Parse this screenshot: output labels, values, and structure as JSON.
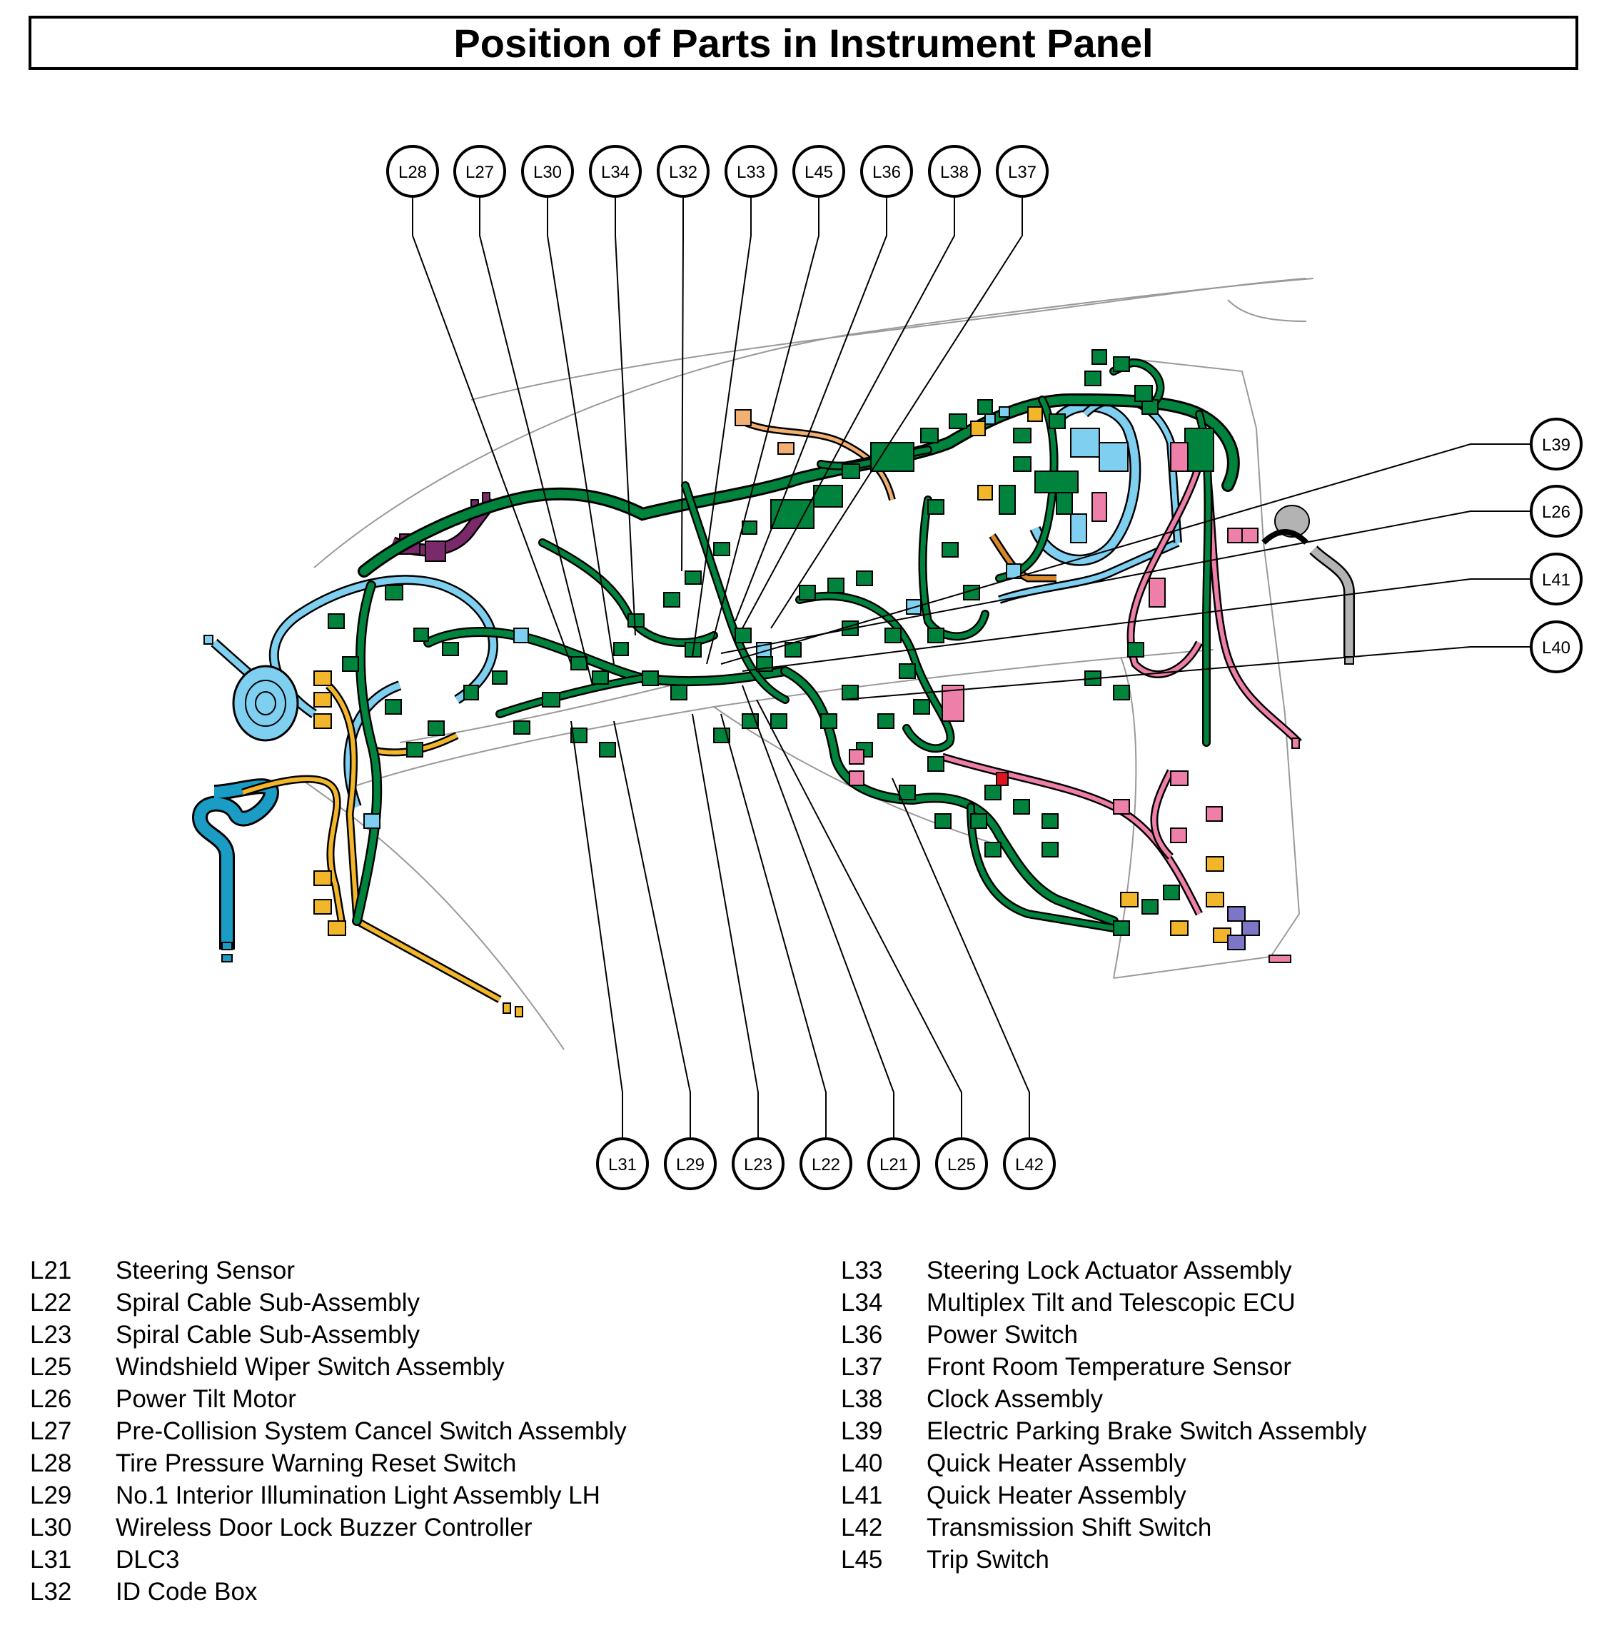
{
  "title": "Position of Parts in Instrument Panel",
  "callouts": {
    "top": [
      "L28",
      "L27",
      "L30",
      "L34",
      "L32",
      "L33",
      "L45",
      "L36",
      "L38",
      "L37"
    ],
    "right": [
      "L39",
      "L26",
      "L41",
      "L40"
    ],
    "bottom": [
      "L31",
      "L29",
      "L23",
      "L22",
      "L21",
      "L25",
      "L42"
    ]
  },
  "legend": {
    "left": [
      {
        "code": "L21",
        "name": "Steering Sensor"
      },
      {
        "code": "L22",
        "name": "Spiral Cable Sub-Assembly"
      },
      {
        "code": "L23",
        "name": "Spiral Cable Sub-Assembly"
      },
      {
        "code": "L25",
        "name": "Windshield Wiper Switch Assembly"
      },
      {
        "code": "L26",
        "name": "Power Tilt Motor"
      },
      {
        "code": "L27",
        "name": "Pre-Collision System Cancel Switch Assembly"
      },
      {
        "code": "L28",
        "name": "Tire Pressure Warning Reset Switch"
      },
      {
        "code": "L29",
        "name": "No.1 Interior Illumination Light Assembly LH"
      },
      {
        "code": "L30",
        "name": "Wireless Door Lock Buzzer Controller"
      },
      {
        "code": "L31",
        "name": "DLC3"
      },
      {
        "code": "L32",
        "name": "ID Code Box"
      }
    ],
    "right": [
      {
        "code": "L33",
        "name": "Steering Lock Actuator Assembly"
      },
      {
        "code": "L34",
        "name": "Multiplex Tilt and Telescopic ECU"
      },
      {
        "code": "L36",
        "name": "Power Switch"
      },
      {
        "code": "L37",
        "name": "Front Room Temperature Sensor"
      },
      {
        "code": "L38",
        "name": "Clock Assembly"
      },
      {
        "code": "L39",
        "name": "Electric Parking Brake Switch Assembly"
      },
      {
        "code": "L40",
        "name": "Quick Heater Assembly"
      },
      {
        "code": "L41",
        "name": "Quick Heater Assembly"
      },
      {
        "code": "L42",
        "name": "Transmission Shift Switch"
      },
      {
        "code": "L45",
        "name": "Trip Switch"
      }
    ]
  },
  "colors": {
    "harness_main": "#00843d",
    "harness_blue": "#7fcff0",
    "harness_teal": "#1a9cc4",
    "harness_yellow": "#f2b62b",
    "harness_pink": "#ee7fa8",
    "harness_purple": "#7a2a6a",
    "harness_orange": "#d9872e",
    "harness_gray": "#b3b3b3",
    "connector_red": "#e0141e",
    "connector_violet": "#7d76c6",
    "outline": "#000000"
  }
}
